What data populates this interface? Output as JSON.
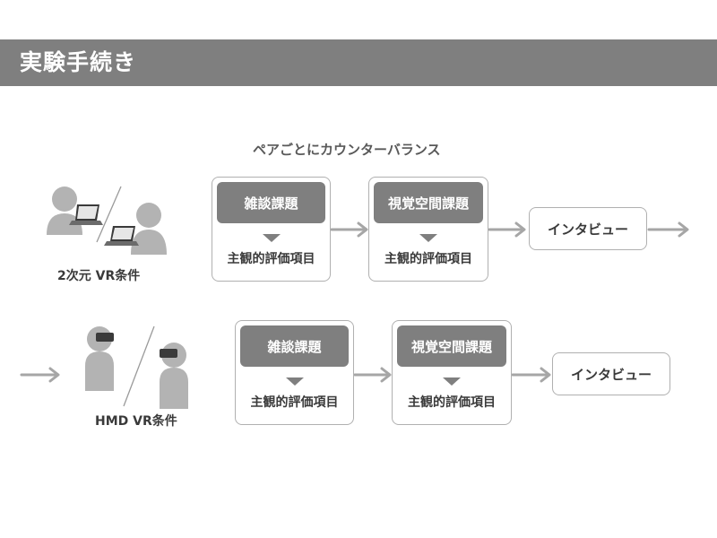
{
  "header": {
    "title": "実験手続き"
  },
  "counterbalance_label": "ペアごとにカウンターバランス",
  "conditions": [
    {
      "label": "2次元 VR条件",
      "tasks": [
        {
          "title": "雑談課題",
          "evaluation": "主観的評価項目"
        },
        {
          "title": "視覚空間課題",
          "evaluation": "主観的評価項目"
        }
      ],
      "interview": "インタビュー"
    },
    {
      "label": "HMD VR条件",
      "tasks": [
        {
          "title": "雑談課題",
          "evaluation": "主観的評価項目"
        },
        {
          "title": "視覚空間課題",
          "evaluation": "主観的評価項目"
        }
      ],
      "interview": "インタビュー"
    }
  ],
  "colors": {
    "title_bar": "#7f7f7f",
    "pill": "#7f7f7f",
    "person": "#b3b3b3",
    "arrow": "#a6a6a6",
    "headset": "#3a3a3a",
    "laptop_screen": "#3a3a3a"
  },
  "icons": [
    "person-icon",
    "laptop-icon",
    "vr-headset-icon",
    "arrow-icon"
  ]
}
